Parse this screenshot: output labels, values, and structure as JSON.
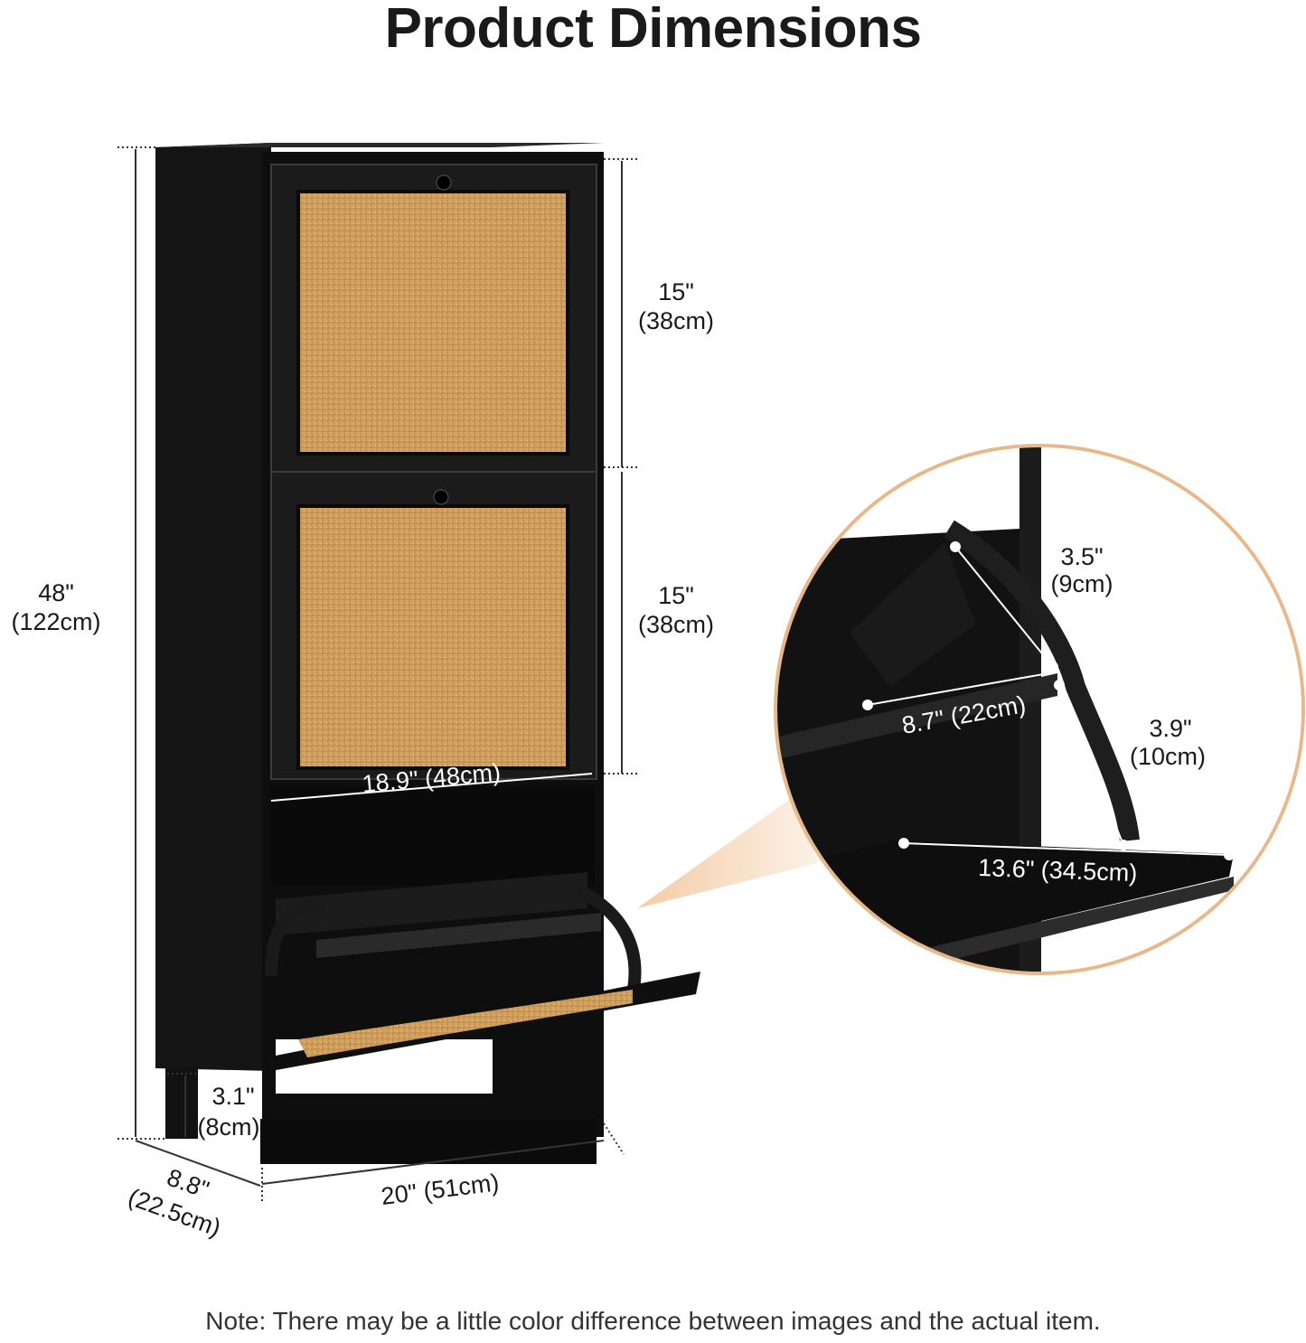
{
  "title": "Product Dimensions",
  "note": "Note: There may be a little color difference between images and the actual item.",
  "colors": {
    "cabinet": "#111111",
    "cabinet_edge": "#2a2a2a",
    "rattan": "#d7a868",
    "accent_circle": "#e8b88a",
    "guide_line": "#333333"
  },
  "dimensions": {
    "height": {
      "in": "48\"",
      "cm": "(122cm)"
    },
    "door_top": {
      "in": "15\"",
      "cm": "(38cm)"
    },
    "door_middle": {
      "in": "15\"",
      "cm": "(38cm)"
    },
    "inner_width": "18.9\" (48cm)",
    "leg_height": {
      "in": "3.1\"",
      "cm": "(8cm)"
    },
    "width": "20\" (51cm)",
    "depth": {
      "in": "8.8\"",
      "cm": "(22.5cm)"
    }
  },
  "detail": {
    "hinge_upper": {
      "in": "3.5\"",
      "cm": "(9cm)"
    },
    "shelf_depth": "8.7\" (22cm)",
    "hinge_lower": {
      "in": "3.9\"",
      "cm": "(10cm)"
    },
    "flap_depth": "13.6\" (34.5cm)"
  }
}
